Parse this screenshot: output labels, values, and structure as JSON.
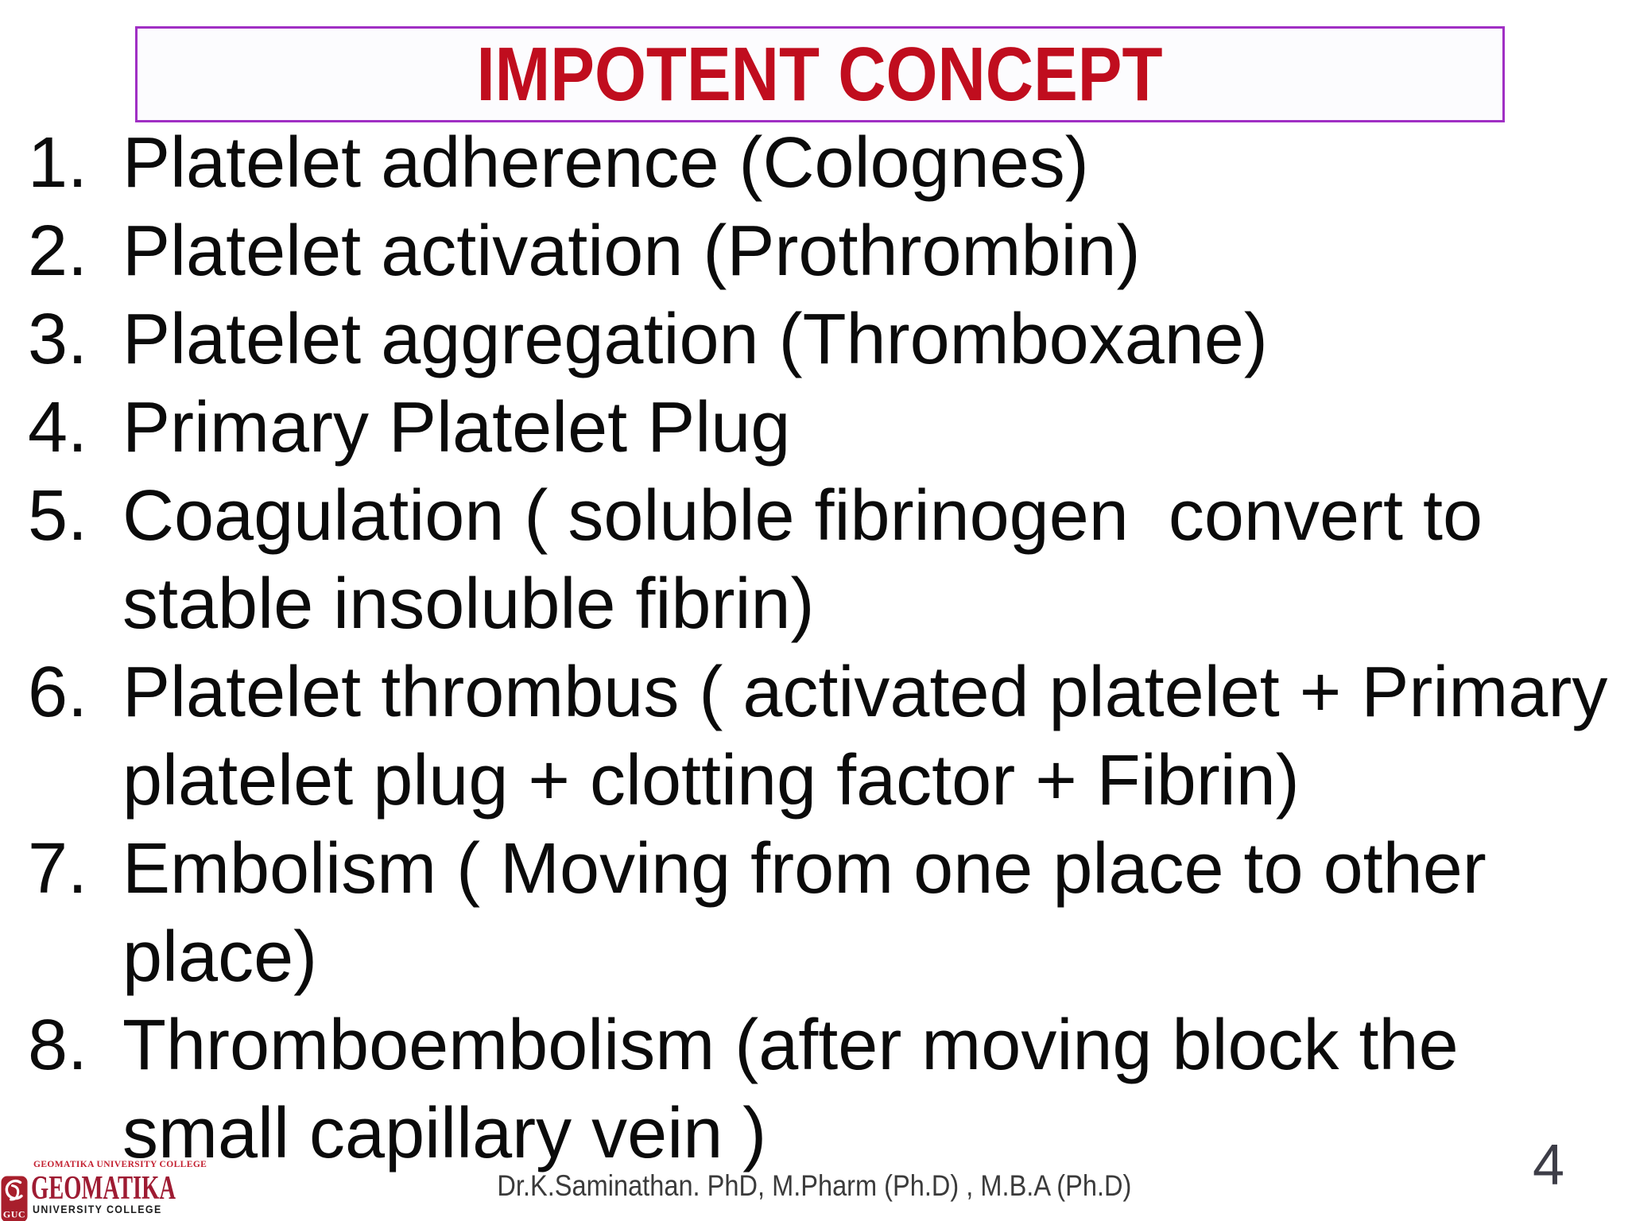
{
  "slide": {
    "title": "IMPOTENT CONCEPT",
    "items": [
      {
        "num": "1.",
        "lines": [
          "Platelet adherence (Colognes)"
        ]
      },
      {
        "num": "2.",
        "lines": [
          "Platelet activation (Prothrombin)"
        ]
      },
      {
        "num": "3.",
        "lines": [
          "Platelet aggregation (Thromboxane)"
        ]
      },
      {
        "num": "4.",
        "lines": [
          "Primary Platelet Plug"
        ]
      },
      {
        "num": "5.",
        "lines": [
          "Coagulation ( soluble fibrinogen  convert to",
          "stable insoluble fibrin)"
        ]
      },
      {
        "num": "6.",
        "lines": [
          "Platelet thrombus ( activated platelet + Primary",
          "platelet plug + clotting factor + Fibrin)"
        ]
      },
      {
        "num": "7.",
        "lines": [
          "Embolism ( Moving from one place to other",
          "place)"
        ]
      },
      {
        "num": "8.",
        "lines": [
          "Thromboembolism (after moving block the",
          "small capillary vein )"
        ]
      }
    ],
    "footer": "Dr.K.Saminathan. PhD, M.Pharm (Ph.D) , M.B.A (Ph.D)",
    "page_number": "4"
  },
  "logo": {
    "tagline": "GEOMATIKA UNIVERSITY COLLEGE",
    "name": "GEOMATIKA",
    "subtitle": "UNIVERSITY COLLEGE",
    "badge": "GUC"
  },
  "colors": {
    "title_red": "#c00d1e",
    "border_purple": "#a02fc4",
    "body_black": "#0b0b0b",
    "footer_gray": "#3b3b3b",
    "logo_red": "#a81f2c",
    "logo_maroon": "#9e1b32",
    "logo_tagline_red": "#c32030"
  }
}
